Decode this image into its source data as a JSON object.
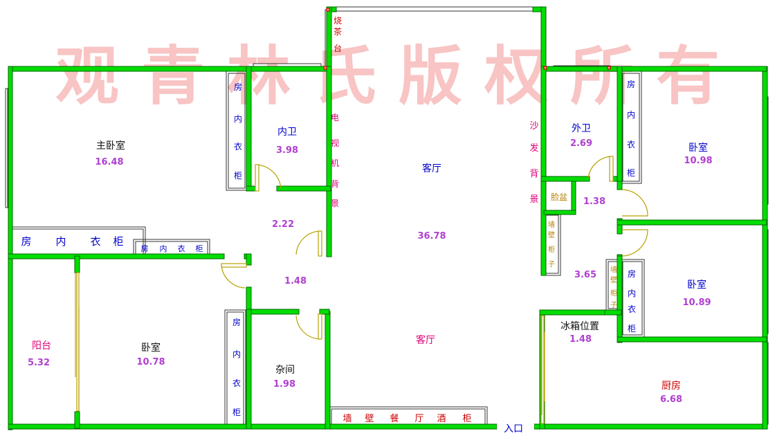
{
  "watermark": "观 青 林 氏 版 权 所 有",
  "colors": {
    "wall": "#00dd00",
    "wall_edge": "#006400",
    "room_blue": "#0000cc",
    "room_black": "#111111",
    "room_red": "#cc0000",
    "room_magenta": "#dd0077",
    "area": "#b040d0",
    "watermark": "#f8c4c4",
    "door": "#b8a000"
  },
  "rooms": {
    "master_bedroom": {
      "label": "主卧室",
      "area": "16.48"
    },
    "inner_bath": {
      "label": "内卫",
      "area": "3.98"
    },
    "corridor_a": {
      "area": "2.22"
    },
    "living": {
      "label": "客厅",
      "area": "36.78"
    },
    "outer_bath": {
      "label": "外卫",
      "area": "2.69"
    },
    "bedroom_ne": {
      "label": "卧室",
      "area": "10.98"
    },
    "hall_e": {
      "area": "1.38"
    },
    "corridor_b": {
      "area": "1.48"
    },
    "hall_se": {
      "area": "3.65"
    },
    "bedroom_e": {
      "label": "卧室",
      "area": "10.89"
    },
    "balcony": {
      "label": "阳台",
      "area": "5.32"
    },
    "bedroom_sw": {
      "label": "卧室",
      "area": "10.78"
    },
    "storage": {
      "label": "杂间",
      "area": "1.98"
    },
    "dining": {
      "label": "客厅"
    },
    "fridge": {
      "label": "冰箱位置",
      "area": "1.48"
    },
    "kitchen": {
      "label": "厨房",
      "area": "6.68"
    }
  },
  "labels": {
    "entrance": "入口",
    "wardrobe_v1": [
      "房",
      "内",
      "衣",
      "柜"
    ],
    "wardrobe_h_big": [
      "房",
      "内",
      "衣",
      "柜"
    ],
    "wardrobe_h_small": [
      "房",
      "内",
      "衣",
      "柜"
    ],
    "wardrobe_v2": [
      "房",
      "内",
      "衣",
      "柜"
    ],
    "wardrobe_v3": [
      "房",
      "内",
      "衣",
      "柜"
    ],
    "wardrobe_v4": [
      "房",
      "内",
      "衣",
      "柜"
    ],
    "tea_bar": [
      "烧",
      "茶",
      "台"
    ],
    "tv_wall": [
      "电",
      "视",
      "机",
      "背",
      "景"
    ],
    "sofa_wall": [
      "沙",
      "发",
      "背",
      "景"
    ],
    "wash_basin": "脸盆",
    "wall_cabinet_1": [
      "墙",
      "壁",
      "柜",
      "子"
    ],
    "wall_cabinet_2": [
      "墙",
      "壁",
      "柜",
      "子"
    ],
    "wine_cabinet": [
      "墙",
      "壁",
      "餐",
      "厅",
      "酒",
      "柜"
    ]
  }
}
